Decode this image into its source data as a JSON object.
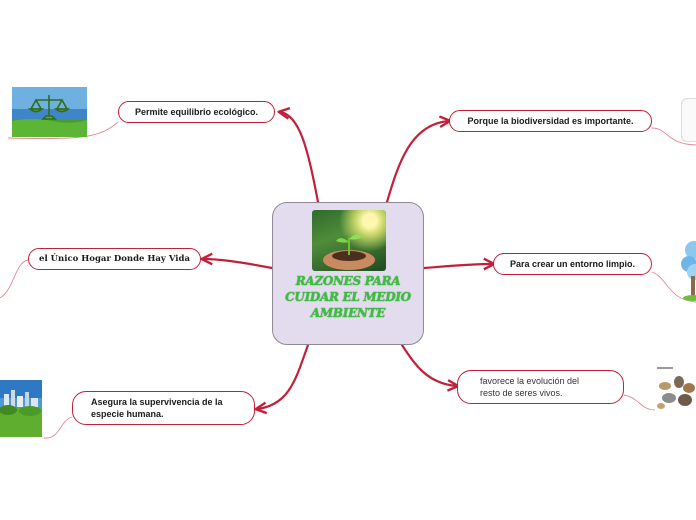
{
  "map": {
    "central": {
      "title": "RAZONES PARA CUIDAR EL MEDIO AMBIENTE",
      "image": "hands-holding-seedling-photo"
    },
    "topics": [
      {
        "label": "Permite equilibrio ecológico.",
        "image": "scales-of-justice-on-grass-photo"
      },
      {
        "label": "el Único Hogar Donde Hay Vida",
        "image": null
      },
      {
        "label": "Asegura la supervivencia de la especie humana.",
        "image": "city-park-skyline-photo"
      },
      {
        "label": "Porque la biodiversidad es importante.",
        "image": "white-card-partial"
      },
      {
        "label": "Para crear un entorno limpio.",
        "image": "blue-tree-illustration-partial"
      },
      {
        "label": "favorece la evolución del resto de seres vivos.",
        "image": "animal-evolution-chart-partial"
      }
    ]
  },
  "colors": {
    "link": "#c21f3b",
    "central_fill": "#e3dcee",
    "central_title": "#37c23a"
  }
}
